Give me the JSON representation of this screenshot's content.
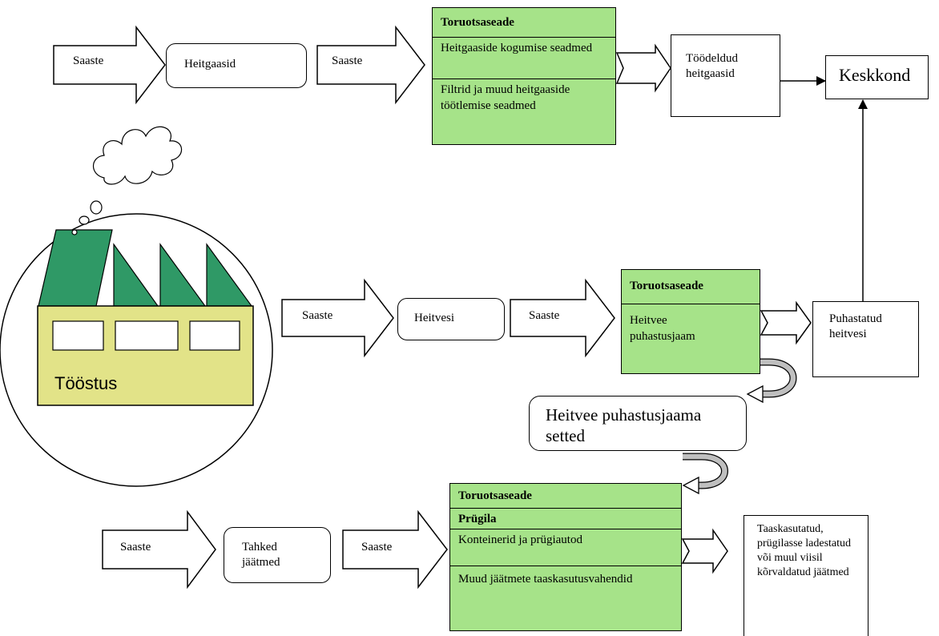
{
  "colors": {
    "green_box": "#a6e389",
    "factory_wall": "#e2e388",
    "factory_roof": "#2f9966",
    "stroke": "#000000"
  },
  "icons": {
    "factory": "factory-icon",
    "smoke_cloud": "cloud-icon"
  },
  "gas_row": {
    "arrow1": "Saaste",
    "source": "Heitgaasid",
    "arrow2": "Saaste",
    "facility_title": "Toruotsaseade",
    "facility_items": [
      "Heitgaaside kogumise seadmed",
      "Filtrid ja muud heitgaaside töötlemise seadmed"
    ],
    "result": "Töödeldud heitgaasid",
    "environment": "Keskkond"
  },
  "factory": {
    "label": "Tööstus"
  },
  "water_row": {
    "arrow1": "Saaste",
    "source": "Heitvesi",
    "arrow2": "Saaste",
    "facility_title": "Toruotsaseade",
    "facility_item": "Heitvee puhastusjaam",
    "result": "Puhastatud heitvesi",
    "sludge": "Heitvee puhastusjaama setted"
  },
  "solid_row": {
    "arrow1": "Saaste",
    "source": "Tahked jäätmed",
    "arrow2": "Saaste",
    "facility_title": "Toruotsaseade",
    "facility_subtitle": "Prügila",
    "facility_items": [
      "Konteinerid ja prügiautod",
      "Muud jäätmete taaskasutusvahendid"
    ],
    "result": "Taaskasutatud, prügilasse ladestatud või muul viisil kõrvaldatud jäätmed"
  }
}
